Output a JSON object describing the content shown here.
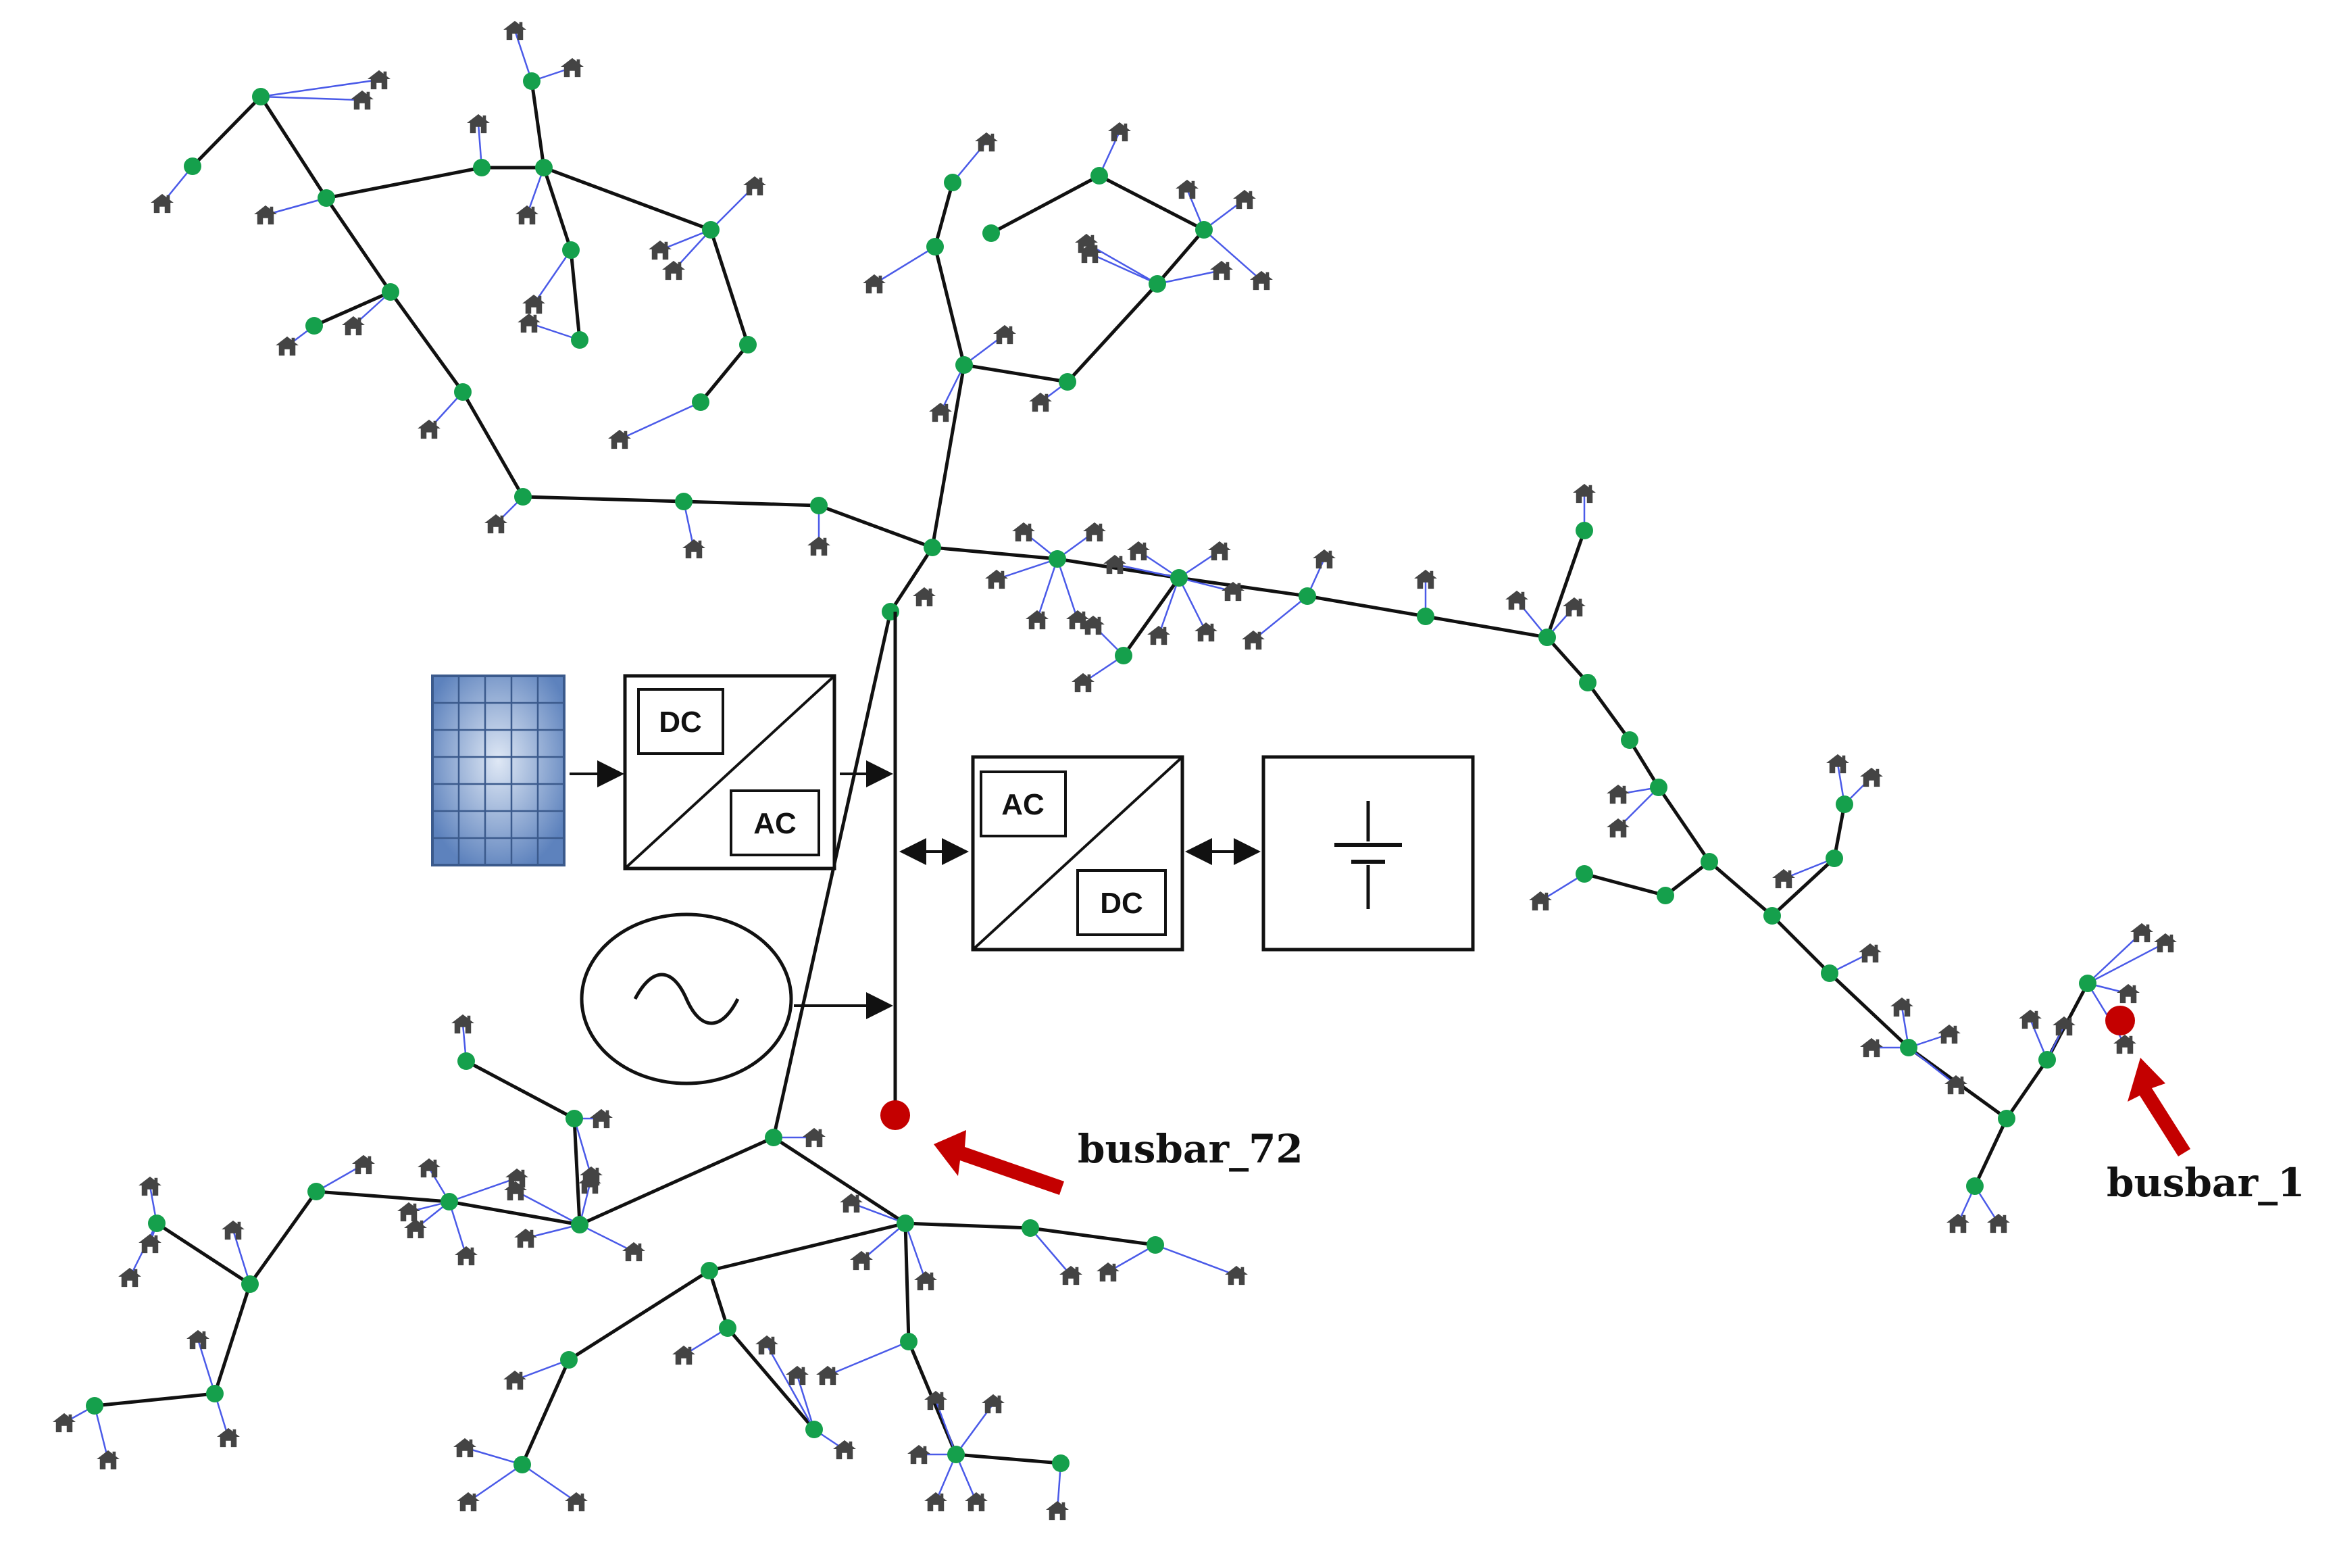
{
  "converters": {
    "pv_inverter": {
      "top": "DC",
      "bottom": "AC"
    },
    "battery_converter": {
      "top": "AC",
      "bottom": "DC"
    }
  },
  "components": {
    "pv_array": "pv-panel-icon",
    "ac_source": "ac-generator-icon",
    "battery": "battery-icon",
    "load": "house-icon"
  },
  "labels": {
    "busbar_72": "busbar_72",
    "busbar_1": "busbar_1"
  },
  "colors": {
    "bus_node": "#15a04c",
    "highlight_node": "#c40000",
    "line": "#111111",
    "service_drop": "#4a5ae8",
    "pv_panel": "#6f93c7"
  }
}
